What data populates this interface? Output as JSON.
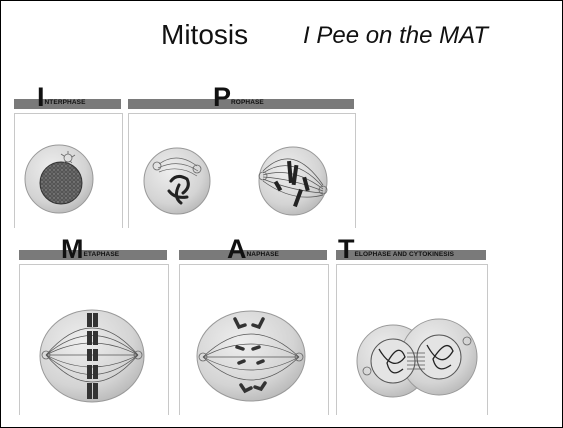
{
  "slide": {
    "title": "Mitosis",
    "subtitle": "I Pee on the MAT"
  },
  "stages": [
    {
      "initial": "I",
      "rest": "NTERPHASE"
    },
    {
      "initial": "P",
      "rest": "ROPHASE"
    },
    {
      "initial": "M",
      "rest": "ETAPHASE"
    },
    {
      "initial": "A",
      "rest": "NAPHASE"
    },
    {
      "initial": "T",
      "rest": "ELOPHASE AND CYTOKINESIS"
    }
  ],
  "colors": {
    "header_bar": "#7a7a7a",
    "cell_fill": "#d9d9d9",
    "chromosome": "#333333"
  }
}
